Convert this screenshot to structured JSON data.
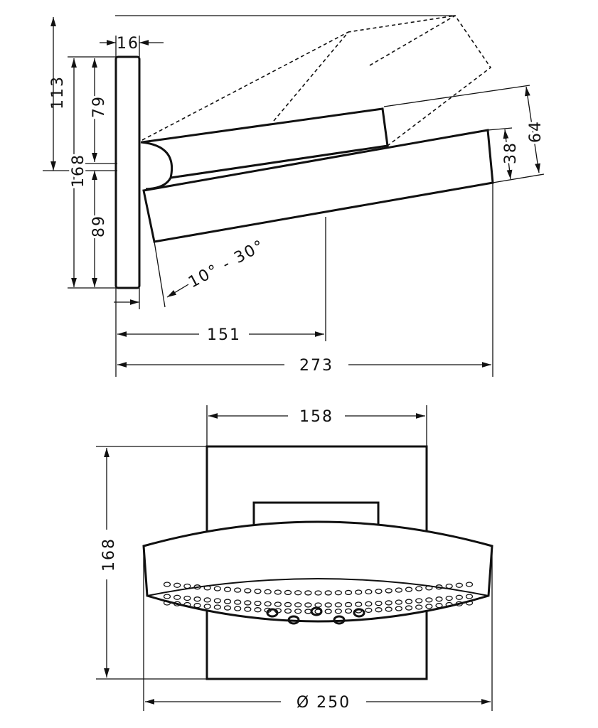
{
  "side_view": {
    "dim_plate_thickness": "16",
    "dim_total_height": "113",
    "dim_upper": "79",
    "dim_plate_height": "168",
    "dim_lower": "89",
    "dim_head_height": "64",
    "dim_head_thin": "38",
    "dim_angle": "10° - 30°",
    "dim_arm_center": "151",
    "dim_total_depth": "273"
  },
  "front_view": {
    "dim_plate_width": "158",
    "dim_height": "168",
    "dim_diameter": "Ø 250"
  }
}
